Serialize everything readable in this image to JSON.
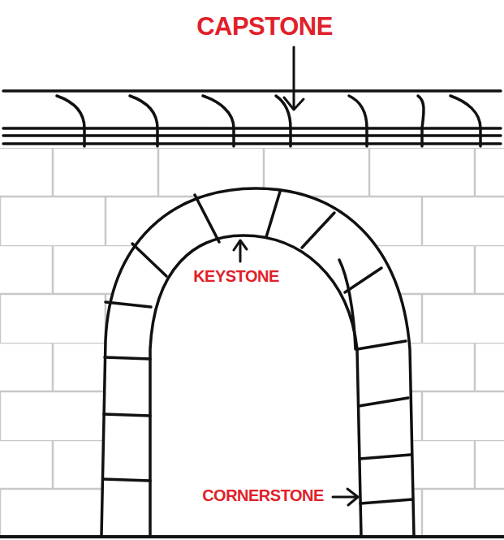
{
  "diagram": {
    "labels": [
      "CAPSTONE",
      "KEYSTONE",
      "CORNERSTONE"
    ]
  }
}
